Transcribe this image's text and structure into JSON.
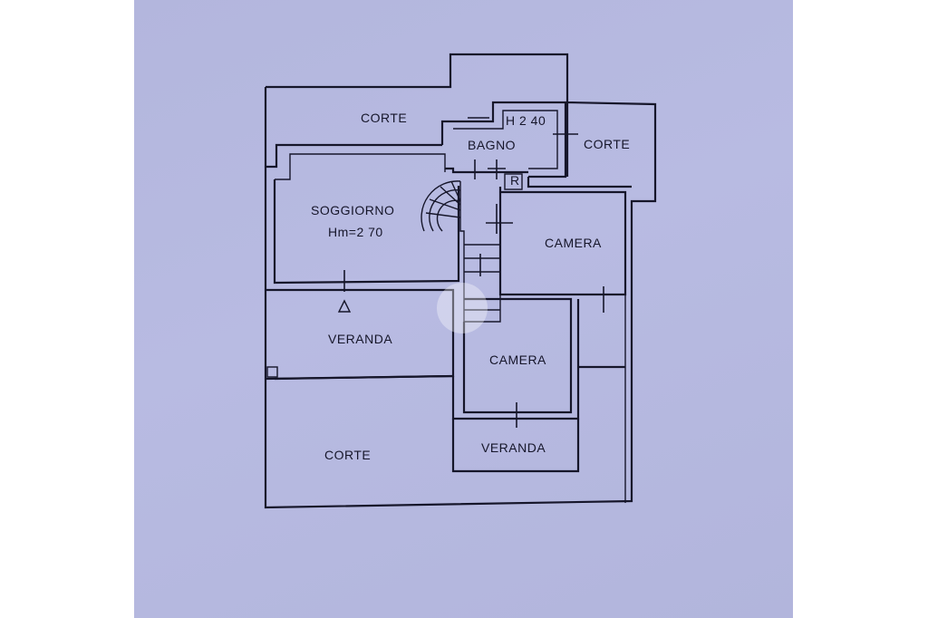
{
  "plan": {
    "labels": {
      "corte_top": "CORTE",
      "height_bagno": "H 2 40",
      "bagno": "BAGNO",
      "corte_right": "CORTE",
      "r": "R",
      "soggiorno": "SOGGIORNO",
      "soggiorno_height": "Hm=2 70",
      "camera_upper": "CAMERA",
      "veranda_left": "VERANDA",
      "camera_lower": "CAMERA",
      "corte_bottom": "CORTE",
      "veranda_bottom": "VERANDA"
    },
    "colors": {
      "paper": "#b6b9e0",
      "ink": "#16162a",
      "background": "#ffffff"
    }
  }
}
